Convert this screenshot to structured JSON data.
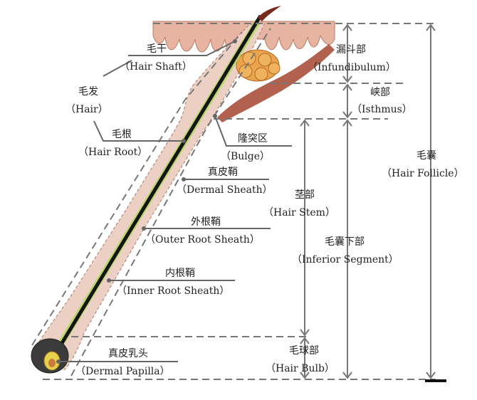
{
  "labels": {
    "hair_shaft": {
      "zh": "毛干",
      "en": "（Hair Shaft）"
    },
    "hair": {
      "zh": "毛发",
      "en": "（Hair）"
    },
    "hair_root": {
      "zh": "毛根",
      "en": "（Hair Root）"
    },
    "bulge": {
      "zh": "隆突区",
      "en": "（Bulge）"
    },
    "dermal_sheath": {
      "zh": "真皮鞘",
      "en": "（Dermal Sheath）"
    },
    "outer_root_sheath": {
      "zh": "外根鞘",
      "en": "（Outer Root Sheath）"
    },
    "inner_root_sheath": {
      "zh": "内根鞘",
      "en": "（Inner Root Sheath）"
    },
    "dermal_papilla": {
      "zh": "真皮乳头",
      "en": "（Dermal  Papilla）"
    },
    "infundibulum": {
      "zh": "漏斗部",
      "en": "（Infundibulum）"
    },
    "isthmus": {
      "zh": "峡部",
      "en": "（Isthmus）"
    },
    "hair_stem": {
      "zh": "茎部",
      "en": "（Hair Stem）"
    },
    "inferior_segment": {
      "zh": "毛囊下部",
      "en": "（Inferior Segment）"
    },
    "hair_bulb": {
      "zh": "毛球部",
      "en": "（Hair Bulb）"
    },
    "hair_follicle": {
      "zh": "毛囊",
      "en": "（Hair Follicle）"
    }
  },
  "colors": {
    "skin": "#e8b9a6",
    "sheath": "#e9c9bd",
    "hair": "#1a1a1a",
    "inner_sheath": "#b8d86a",
    "gland": "#e6a14a",
    "muscle": "#a0452f"
  }
}
